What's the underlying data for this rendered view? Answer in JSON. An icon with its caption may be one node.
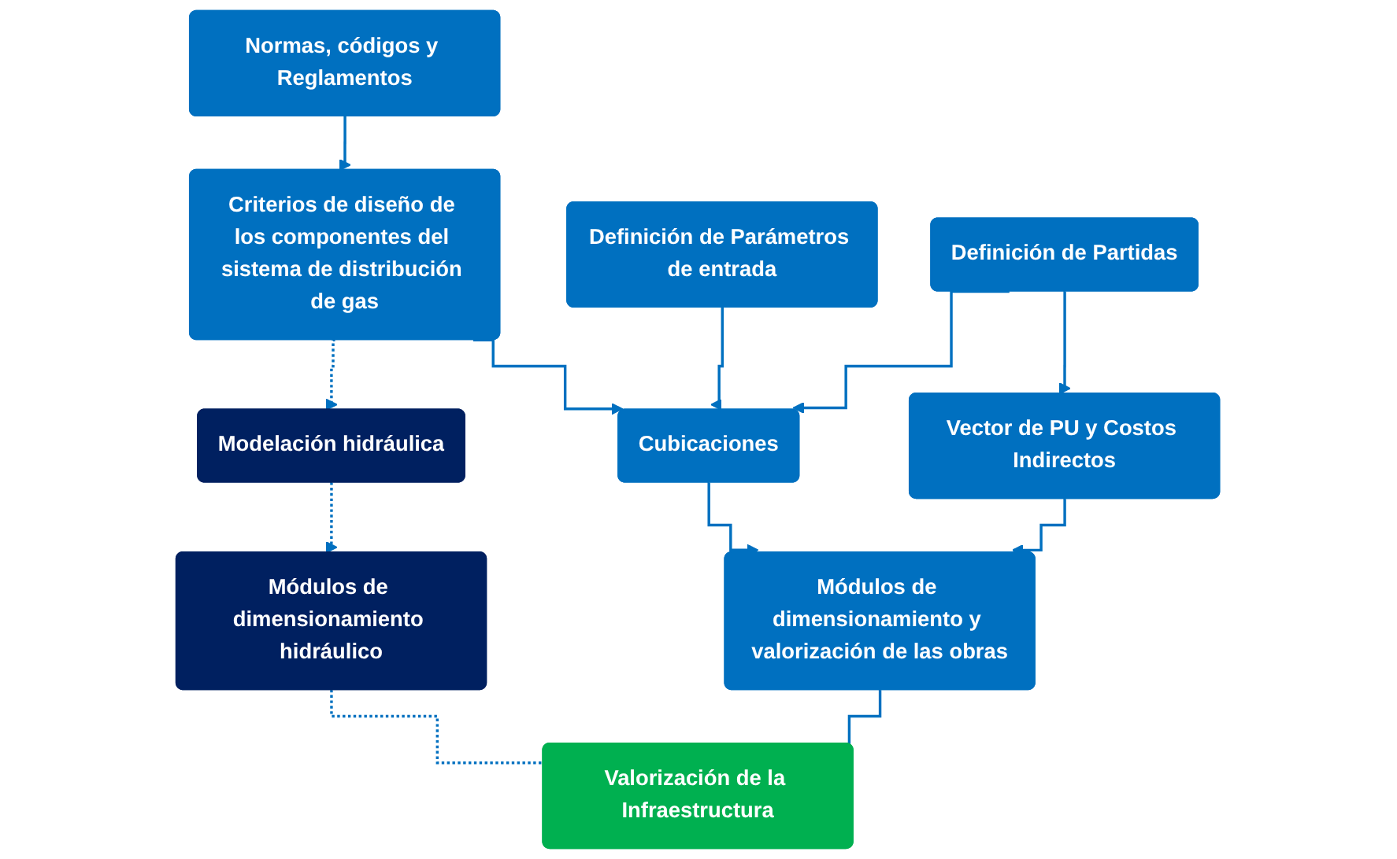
{
  "diagram": {
    "nodes": [
      {
        "text": [
          "Normas, códigos y Reglamentos"
        ]
      },
      {
        "text": [
          "Criterios de diseño de los componentes del sistema de distribución de gas"
        ]
      },
      {
        "text": [
          "Modelación hidráulica"
        ]
      },
      {
        "text": [
          "Cubicaciones"
        ]
      },
      {
        "text": [
          "Definición de Parámetros de entrada"
        ]
      },
      {
        "text": [
          "Definición de Partidas"
        ]
      },
      {
        "text": [
          "Módulos de dimensionamiento hidráulico"
        ]
      },
      {
        "text": [
          "Módulos de dimensionamiento y valorización de las obras"
        ]
      },
      {
        "text": [
          "Vector de PU y Costos Indirectos"
        ]
      },
      {
        "text": [
          "Valorización de la Infraestructura"
        ]
      }
    ],
    "edges": [
      {
        "from": 0,
        "to": 1,
        "arrow": "to"
      },
      {
        "from": 1,
        "to": 2,
        "arrow": "to",
        "style": "dashed"
      },
      {
        "from": 1,
        "to": 3,
        "arrow": "to"
      },
      {
        "from": 4,
        "to": 3,
        "arrow": "to"
      },
      {
        "from": 5,
        "to": 3,
        "arrow": "to"
      },
      {
        "from": 2,
        "to": 6,
        "arrow": "to",
        "style": "dashed"
      },
      {
        "from": 3,
        "to": 7,
        "arrow": "to"
      },
      {
        "from": 5,
        "to": 8,
        "arrow": "to"
      },
      {
        "from": 8,
        "to": 7,
        "arrow": "to"
      },
      {
        "from": 6,
        "to": 9,
        "arrow": "none",
        "style": "dashed"
      },
      {
        "from": 7,
        "to": 9,
        "arrow": "none"
      }
    ]
  }
}
